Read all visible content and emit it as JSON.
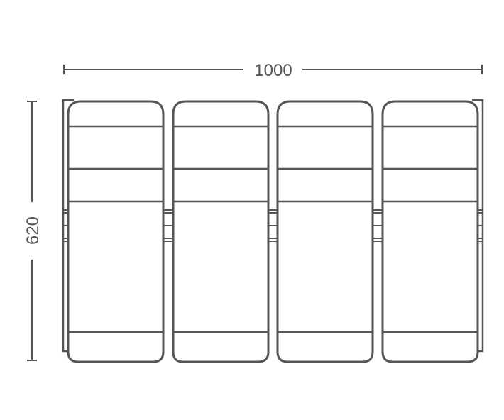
{
  "dimensions": {
    "width_label": "1000",
    "height_label": "620"
  },
  "diagram": {
    "seat_count": 4,
    "line_color": "#555555"
  }
}
